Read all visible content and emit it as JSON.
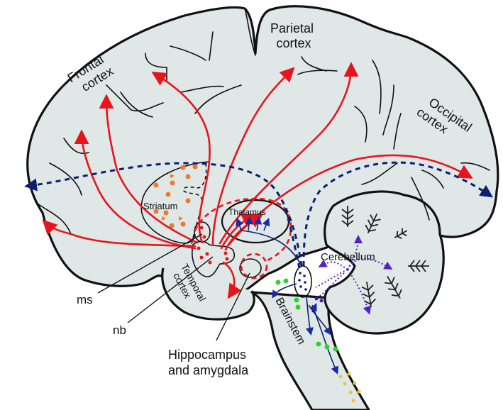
{
  "figure": {
    "subject": "Cholinergic pathways in the human brain (sagittal section)",
    "colors": {
      "background": "#ffffff",
      "brain_fill": "#dfe8e6",
      "outline": "#111111",
      "basal_forebrain_projection": "#e8141c",
      "brainstem_projection": "#0c1f73",
      "cerebellar_projection": "#5a20c8",
      "striatal_interneurons": "#f07a2a",
      "brainstem_nuclei": "#2fd12f",
      "spinal_cells": "#f2c12e"
    }
  },
  "labels": {
    "frontal_line1": "Frontal",
    "frontal_line2": "cortex",
    "parietal_line1": "Parietal",
    "parietal_line2": "cortex",
    "occipital_line1": "Occipital",
    "occipital_line2": "cortex",
    "striatum": "Striatum",
    "thalamus": "Thalamus",
    "temporal_line1": "Temporal",
    "temporal_line2": "cortex",
    "cerebellum": "Cerebellum",
    "brainstem": "Brainstem",
    "ms": "ms",
    "nb": "nb",
    "hippocampus_line1": "Hippocampus",
    "hippocampus_line2": "and amygdala"
  },
  "structures": [
    "Frontal cortex",
    "Parietal cortex",
    "Occipital cortex",
    "Temporal cortex",
    "Striatum",
    "Thalamus",
    "Hippocampus and amygdala",
    "Cerebellum",
    "Brainstem",
    "ms",
    "nb"
  ],
  "pathways": [
    {
      "from": "ms/nb (basal forebrain)",
      "to": "Frontal cortex",
      "style": "solid red"
    },
    {
      "from": "ms/nb (basal forebrain)",
      "to": "Parietal cortex",
      "style": "solid red"
    },
    {
      "from": "ms/nb (basal forebrain)",
      "to": "Occipital cortex",
      "style": "solid red"
    },
    {
      "from": "ms/nb (basal forebrain)",
      "to": "Thalamus",
      "style": "solid red"
    },
    {
      "from": "ms/nb (basal forebrain)",
      "to": "Temporal cortex",
      "style": "solid red"
    },
    {
      "from": "ms (basal forebrain)",
      "to": "Hippocampus and amygdala",
      "style": "dashed red"
    },
    {
      "from": "Brainstem nucleus",
      "to": "Thalamus",
      "style": "solid blue"
    },
    {
      "from": "Brainstem nucleus",
      "to": "Frontal cortex",
      "style": "dashed blue"
    },
    {
      "from": "Brainstem nucleus",
      "to": "Occipital cortex",
      "style": "dashed blue"
    },
    {
      "from": "Brainstem",
      "to": "Cerebellum",
      "style": "dotted purple"
    }
  ]
}
